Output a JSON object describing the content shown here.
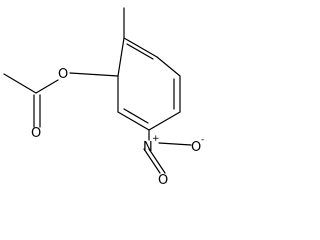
{
  "molecule": {
    "atoms": {
      "ester_oxygen": "O",
      "carbonyl_oxygen": "O",
      "nitro_nitrogen": "N",
      "nitro_nitrogen_charge": "+",
      "nitro_oxygen_double": "O",
      "nitro_oxygen_single": "O",
      "nitro_oxygen_charge": "-"
    }
  },
  "colors": {
    "bond": "#000000",
    "label": "#000000",
    "background": "#ffffff"
  }
}
